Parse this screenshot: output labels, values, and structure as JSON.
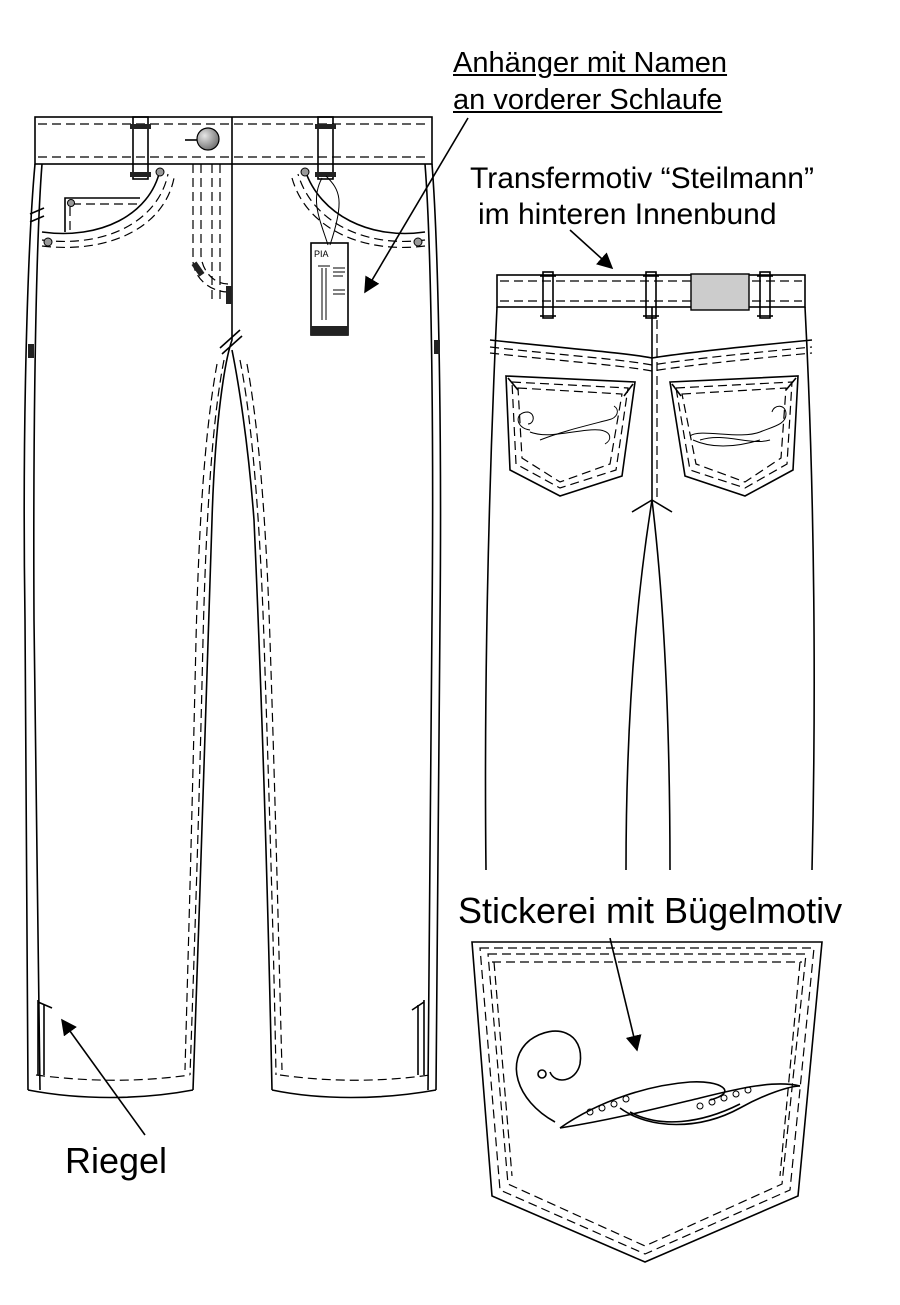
{
  "labels": {
    "tag_line1": "Anhänger mit Namen",
    "tag_line2": "an vorderer Schlaufe",
    "transfer_line1": "Transfermotiv “Steilmann”",
    "transfer_line2": "im hinteren Innenbund",
    "embroidery": "Stickerei mit Bügelmotiv",
    "bartack": "Riegel"
  },
  "hang_tag": {
    "brand": "PIA"
  },
  "colors": {
    "line": "#000000",
    "button": "#9a9a9a",
    "transfer_patch": "#cccccc",
    "background": "#ffffff"
  }
}
